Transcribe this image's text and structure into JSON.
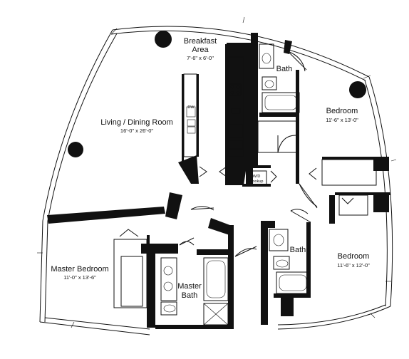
{
  "rooms": {
    "living": {
      "name": "Living / Dining Room",
      "dim": "16'-0\" x 26'-0\""
    },
    "breakfast": {
      "name_line1": "Breakfast",
      "name_line2": "Area",
      "dim": "7'-6\" x 6'-0\""
    },
    "bath_top": {
      "name": "Bath"
    },
    "bedroom_1": {
      "name": "Bedroom",
      "dim": "11'-6\" x 13'-0\""
    },
    "master_bedroom": {
      "name": "Master Bedroom",
      "dim": "11'-0\" x 13'-6\""
    },
    "master_bath": {
      "name_line1": "Master",
      "name_line2": "Bath"
    },
    "bath_mid": {
      "name": "Bath"
    },
    "bedroom_2": {
      "name": "Bedroom",
      "dim": "11'-6\" x 12'-0\""
    }
  },
  "fixtures": {
    "dishwasher": "DW",
    "wd_line1": "W/D",
    "wd_line2": "Hookup"
  }
}
